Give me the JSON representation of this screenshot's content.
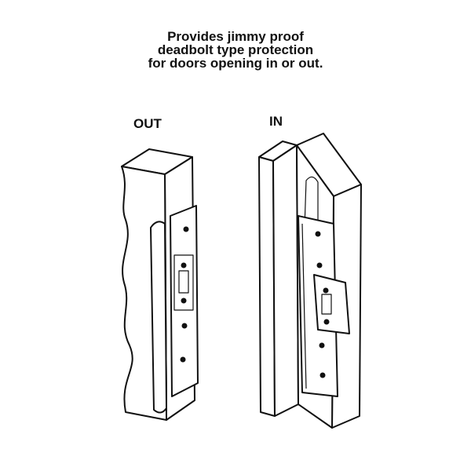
{
  "caption": {
    "lines": [
      "Provides jimmy proof",
      "deadbolt type protection",
      "for doors opening in or out."
    ]
  },
  "labels": {
    "out": "OUT",
    "in": "IN"
  }
}
